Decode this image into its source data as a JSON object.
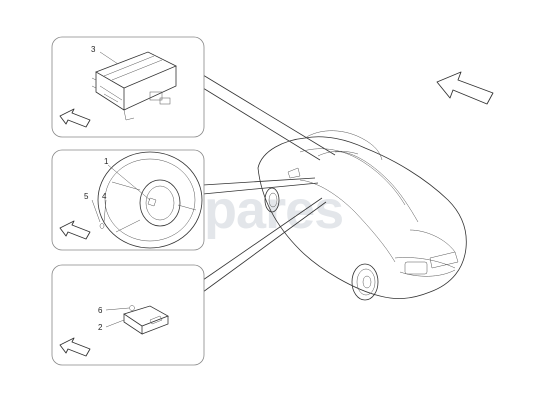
{
  "watermark": "eurospares",
  "callouts": {
    "p3": "3",
    "p1": "1",
    "p5": "5",
    "p4": "4",
    "p6": "6",
    "p2": "2"
  }
}
